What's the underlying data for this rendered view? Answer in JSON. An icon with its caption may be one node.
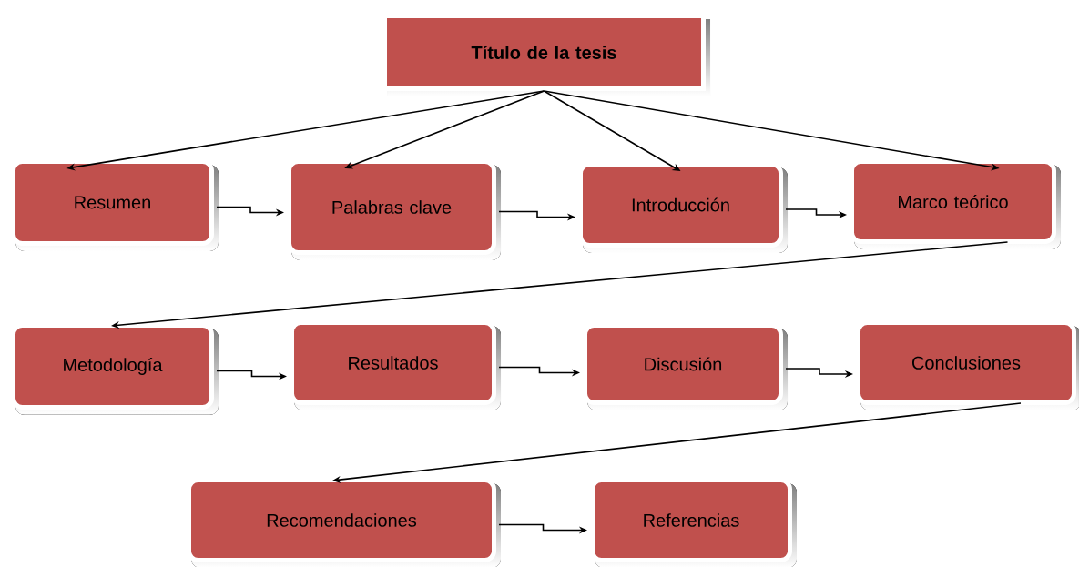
{
  "diagram": {
    "nodes": [
      {
        "text": [
          "Título de la tesis"
        ]
      },
      {
        "text": [
          "Resumen"
        ]
      },
      {
        "text": [
          "Palabras clave"
        ]
      },
      {
        "text": [
          "Introducción"
        ]
      },
      {
        "text": [
          "Marco teórico"
        ]
      },
      {
        "text": [
          "Metodología"
        ]
      },
      {
        "text": [
          "Resultados"
        ]
      },
      {
        "text": [
          "Discusión"
        ]
      },
      {
        "text": [
          "Conclusiones"
        ]
      },
      {
        "text": [
          "Recomendaciones"
        ]
      },
      {
        "text": [
          "Referencias"
        ]
      }
    ],
    "edges": [
      {
        "from": 0,
        "to": 1,
        "arrow": "to"
      },
      {
        "from": 0,
        "to": 2,
        "arrow": "to"
      },
      {
        "from": 0,
        "to": 3,
        "arrow": "to"
      },
      {
        "from": 0,
        "to": 4,
        "arrow": "to"
      },
      {
        "from": 1,
        "to": 2,
        "arrow": "to"
      },
      {
        "from": 2,
        "to": 3,
        "arrow": "to"
      },
      {
        "from": 3,
        "to": 4,
        "arrow": "to"
      },
      {
        "from": 4,
        "to": 5,
        "arrow": "to"
      },
      {
        "from": 5,
        "to": 6,
        "arrow": "to"
      },
      {
        "from": 6,
        "to": 7,
        "arrow": "to"
      },
      {
        "from": 7,
        "to": 8,
        "arrow": "to"
      },
      {
        "from": 8,
        "to": 9,
        "arrow": "to"
      },
      {
        "from": 9,
        "to": 10,
        "arrow": "to"
      }
    ]
  }
}
